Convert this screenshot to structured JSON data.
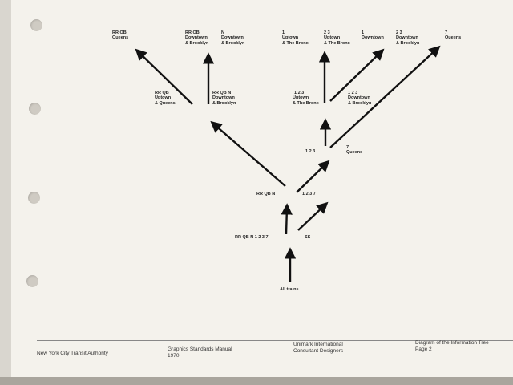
{
  "labels": {
    "top_rr_qb": "RR QB",
    "top_queens": "Queens",
    "top_rr_qb_2": "RR QB",
    "top_downtown_brooklyn": "Downtown\n& Brooklyn",
    "top_n": "N",
    "top_downtown_brooklyn_2": "Downtown\n& Brooklyn",
    "top_1": "1",
    "top_uptown_bronx": "Uptown\n& The Bronx",
    "top_23": "2 3",
    "top_uptown_bronx_2": "Uptown\n& The Bronx",
    "top_1b": "1",
    "top_downtown": "Downtown",
    "top_23b": "2 3",
    "top_downtown_brooklyn_3": "Downtown\n& Brooklyn",
    "top_7": "7",
    "top_queens_2": "Queens",
    "mid_rr_qb": "RR QB",
    "mid_uptown_queens": "Uptown\n& Queens",
    "mid_rr_qb_n": "RR QB N",
    "mid_downtown_brooklyn": "Downtown\n& Brooklyn",
    "mid_123": "1 2 3",
    "mid_uptown_bronx": "Uptown\n& The Bronx",
    "mid_123b": "1 2 3",
    "mid_downtown_brooklyn_2": "Downtown\n& Brooklyn",
    "lower_123": "1 2 3",
    "lower_7": "7",
    "lower_queens": "Queens",
    "rrqbn": "RR QB N",
    "n1237": "1 2 3 7",
    "base_rrqbn": "RR QB N 1 2 3 7",
    "ss": "SS",
    "all_trains": "All trains"
  },
  "footer": {
    "authority": "New York City Transit Authority",
    "manual": "Graphics Standards Manual\n1970",
    "designers": "Unimark International\nConsultant Designers",
    "diagram": "Diagram of the Information Tree\nPage 2"
  }
}
